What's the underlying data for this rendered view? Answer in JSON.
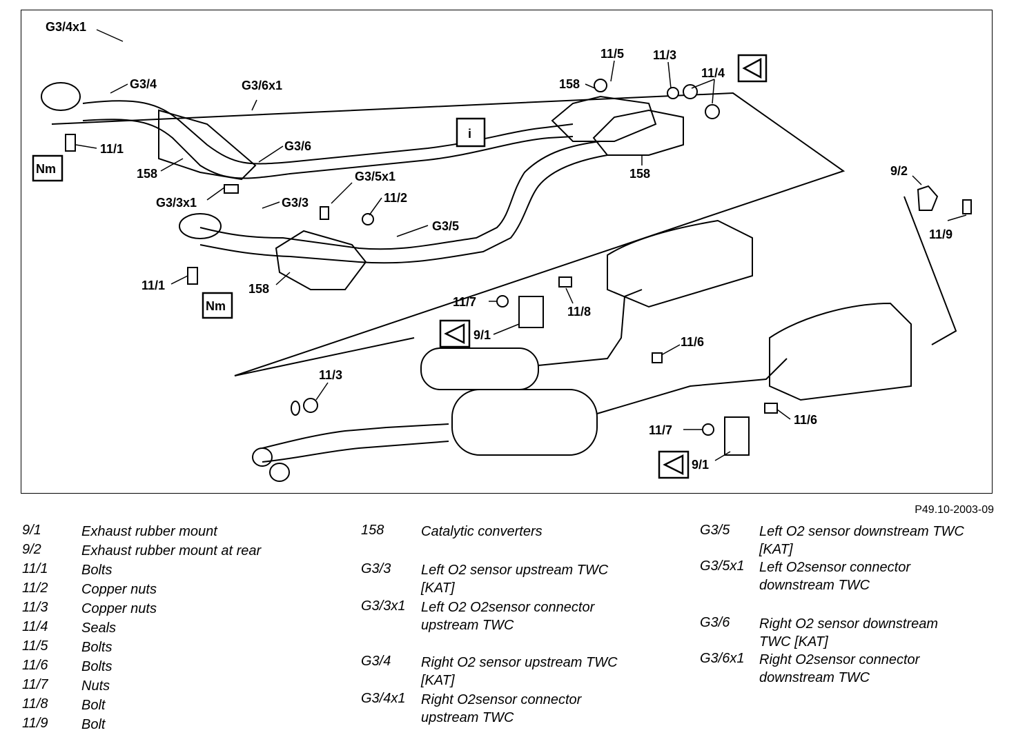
{
  "diagram": {
    "reference_code": "P49.10-2003-09",
    "labels": {
      "g3_4x1": "G3/4x1",
      "g3_4": "G3/4",
      "g3_6x1": "G3/6x1",
      "g3_6": "G3/6",
      "b11_1_top": "11/1",
      "nm_top": "Nm",
      "c158_left": "158",
      "g3_3x1": "G3/3x1",
      "g3_3": "G3/3",
      "g3_5x1": "G3/5x1",
      "b11_2": "11/2",
      "g3_5": "G3/5",
      "c158_lower": "158",
      "b11_1_bottom": "11/1",
      "nm_bottom": "Nm",
      "info_box": "i",
      "b11_5": "11/5",
      "b11_3_top": "11/3",
      "b11_4": "11/4",
      "c158_top": "158",
      "c158_right": "158",
      "m9_2": "9/2",
      "b11_9": "11/9",
      "b11_7_top": "11/7",
      "b11_8": "11/8",
      "m9_1_top": "9/1",
      "b11_6_mid": "11/6",
      "b11_3_bottom": "11/3",
      "b11_7_bottom": "11/7",
      "b11_6_bottom": "11/6",
      "m9_1_bottom": "9/1"
    }
  },
  "legend": {
    "column1": [
      {
        "code": "9/1",
        "desc": [
          "Exhaust rubber mount"
        ]
      },
      {
        "code": "9/2",
        "desc": [
          "Exhaust rubber mount at rear"
        ]
      },
      {
        "code": "11/1",
        "desc": [
          "Bolts"
        ]
      },
      {
        "code": "11/2",
        "desc": [
          "Copper nuts"
        ]
      },
      {
        "code": "11/3",
        "desc": [
          "Copper nuts"
        ]
      },
      {
        "code": "11/4",
        "desc": [
          "Seals"
        ]
      },
      {
        "code": "11/5",
        "desc": [
          "Bolts"
        ]
      },
      {
        "code": "11/6",
        "desc": [
          "Bolts"
        ]
      },
      {
        "code": "11/7",
        "desc": [
          "Nuts"
        ]
      },
      {
        "code": "11/8",
        "desc": [
          "Bolt"
        ]
      },
      {
        "code": "11/9",
        "desc": [
          "Bolt"
        ]
      }
    ],
    "column2": [
      {
        "code": "158",
        "desc": [
          "Catalytic converters"
        ]
      },
      {
        "code": "G3/3",
        "desc": [
          "Left O2 sensor upstream TWC",
          "[KAT]"
        ]
      },
      {
        "code": "G3/3x1",
        "desc": [
          "Left O2 O2sensor connector",
          "upstream TWC"
        ]
      },
      {
        "code": "G3/4",
        "desc": [
          "Right O2 sensor upstream TWC",
          "[KAT]"
        ]
      },
      {
        "code": "G3/4x1",
        "desc": [
          "Right O2sensor connector",
          "upstream TWC"
        ]
      }
    ],
    "column3": [
      {
        "code": "G3/5",
        "desc": [
          "Left O2 sensor downstream TWC",
          "[KAT]"
        ]
      },
      {
        "code": "G3/5x1",
        "desc": [
          "Left O2sensor connector",
          "downstream TWC"
        ]
      },
      {
        "code": "G3/6",
        "desc": [
          "Right O2 sensor downstream",
          "TWC [KAT]"
        ]
      },
      {
        "code": "G3/6x1",
        "desc": [
          "Right O2sensor connector",
          "downstream TWC"
        ]
      }
    ]
  }
}
